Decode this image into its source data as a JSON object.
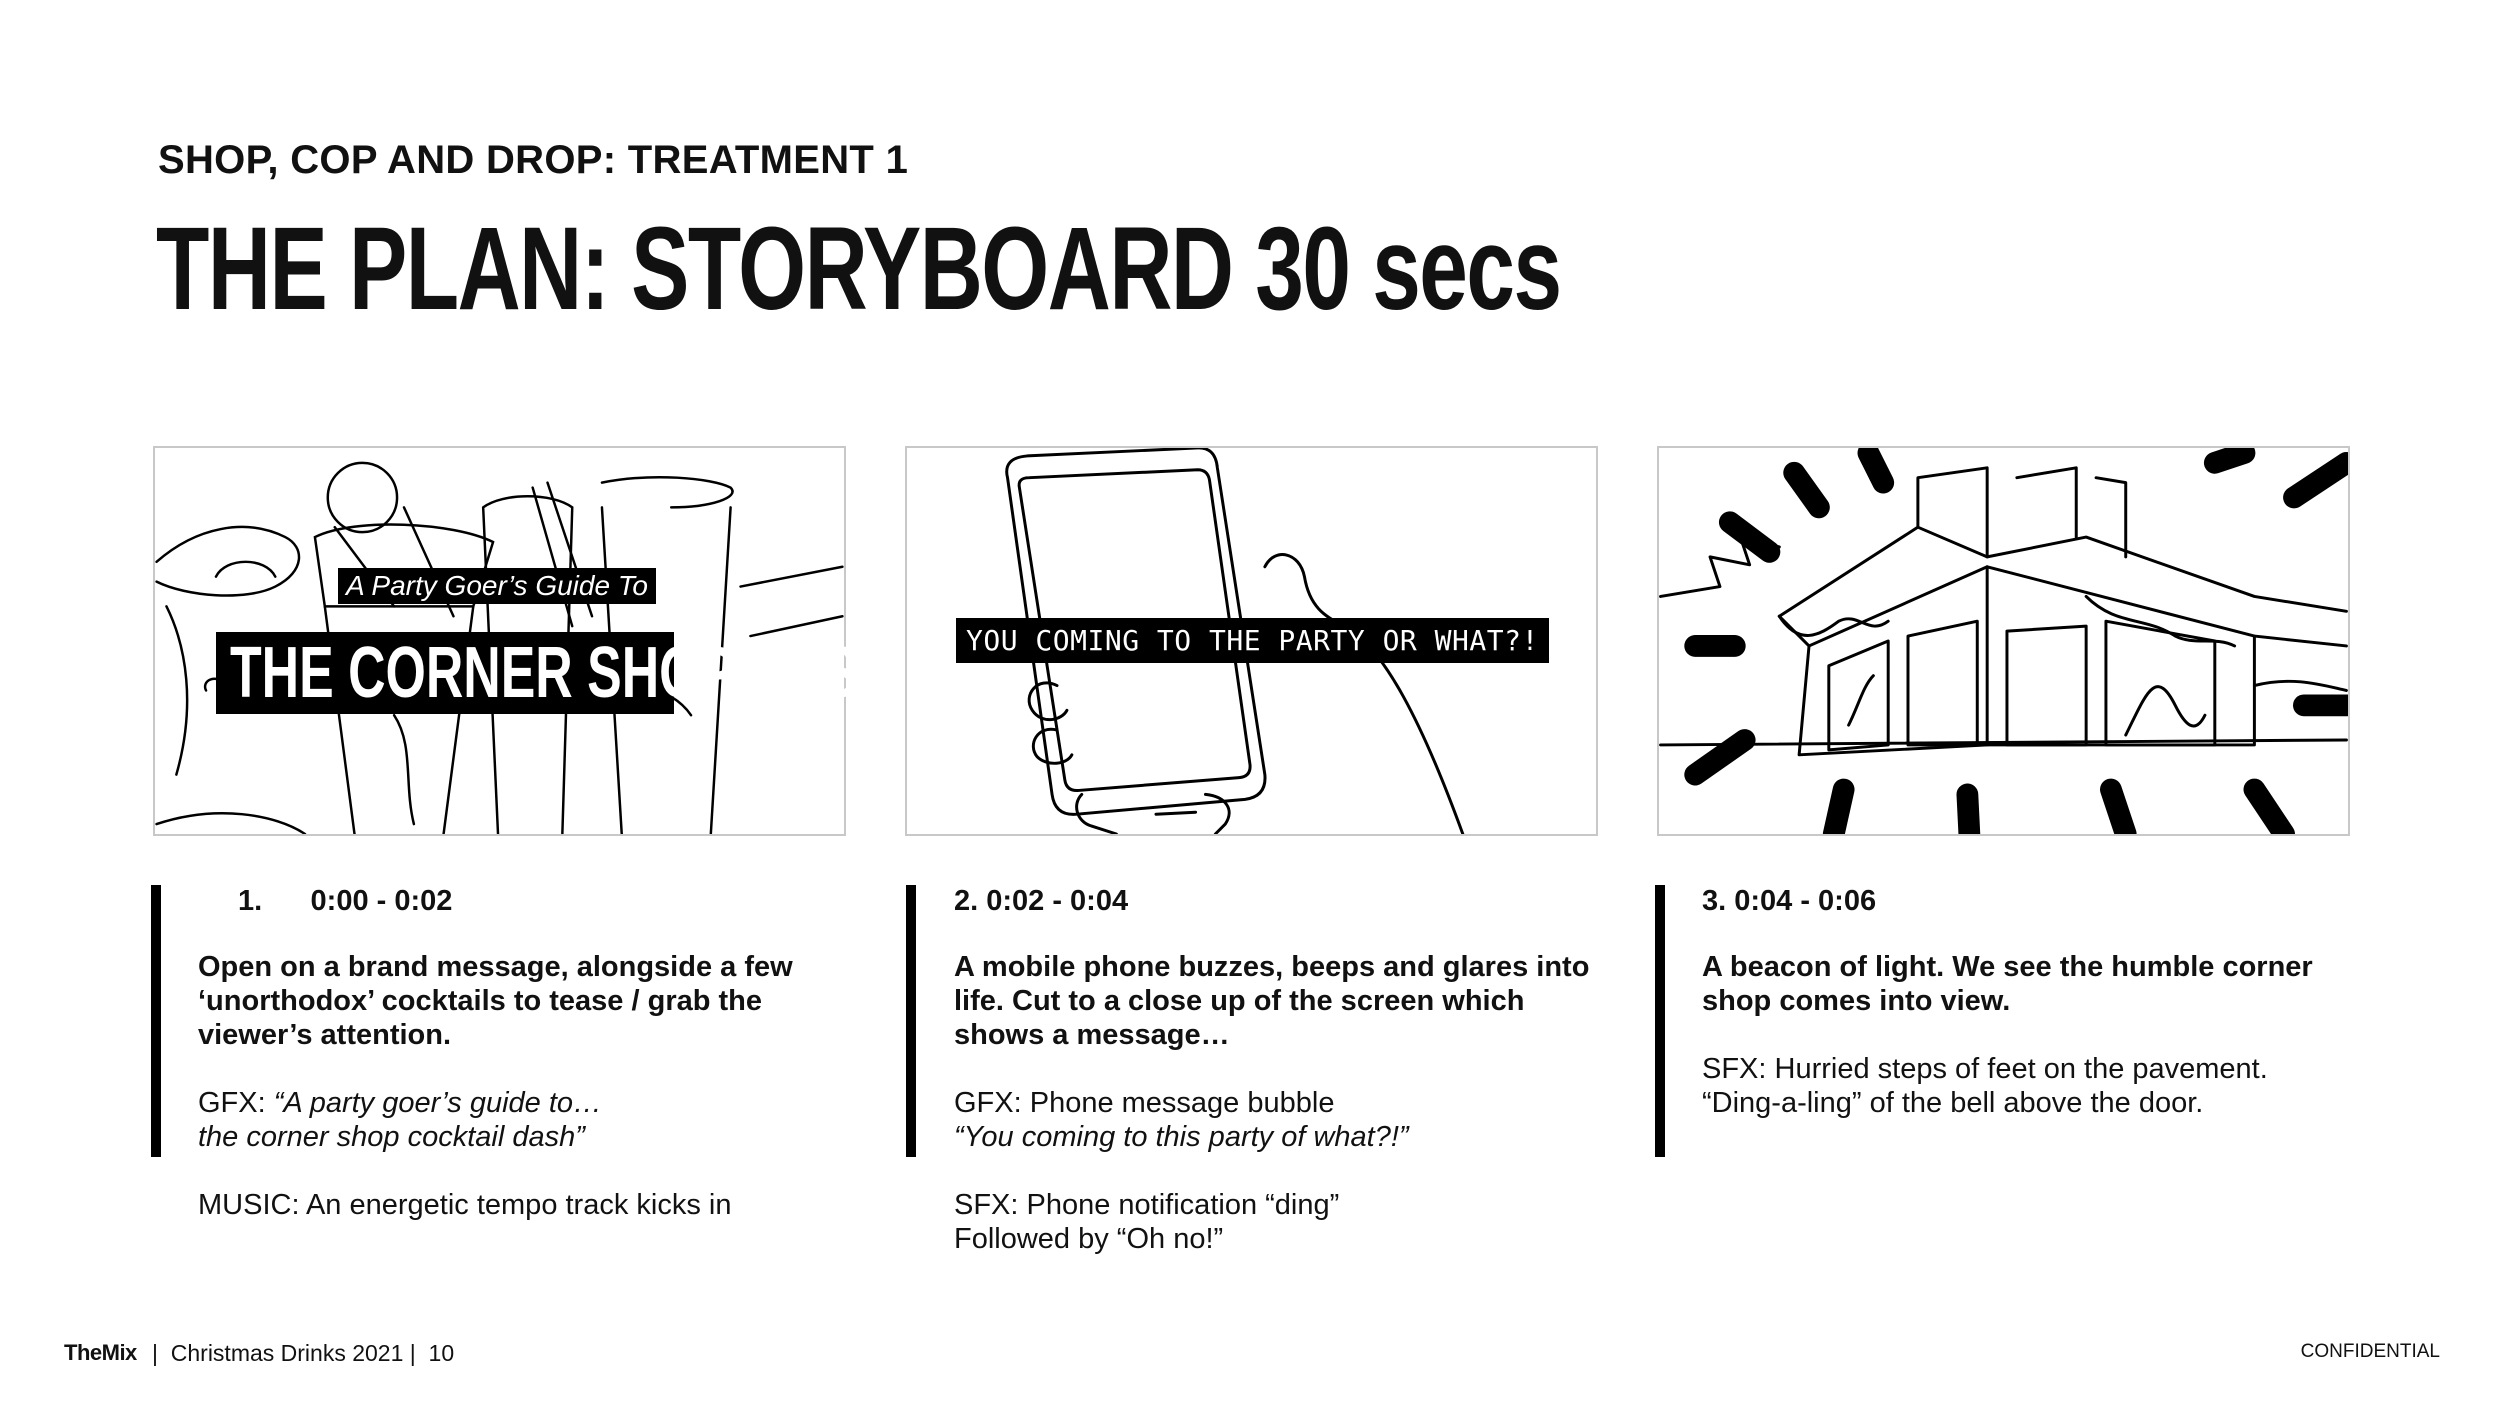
{
  "header": {
    "subtitle": "SHOP, COP AND DROP: TREATMENT 1",
    "title": "THE PLAN: STORYBOARD 30 secs"
  },
  "panels": [
    {
      "overlay_small": "A Party Goer’s Guide To",
      "overlay_big": "THE CORNER SHOP DASH"
    },
    {
      "overlay_message": "YOU COMING TO THE PARTY OR WHAT?!"
    },
    {}
  ],
  "scenes": [
    {
      "time": "1.      0:00 - 0:02",
      "description": "Open on a brand message, alongside a few ‘unorthodox’ cocktails to tease / grab the viewer’s attention.",
      "gfx_label": "GFX: ",
      "gfx_line1": "“A party goer’s guide to…",
      "gfx_line2": "the corner shop cocktail dash”",
      "music": "MUSIC: An energetic tempo track kicks in"
    },
    {
      "time": "2. 0:02 - 0:04",
      "description": "A mobile phone buzzes, beeps and glares into life. Cut to a close up of the screen which shows a message…",
      "gfx_line1": "GFX: Phone message bubble",
      "gfx_line2": "“You coming to this party of what?!”",
      "sfx_line1": "SFX: Phone notification “ding”",
      "sfx_line2": "Followed by “Oh no!”"
    },
    {
      "time": "3. 0:04 - 0:06",
      "description": "A beacon of light. We see the humble corner shop comes into view.",
      "sfx_line1": "SFX: Hurried steps of feet on the pavement.",
      "sfx_line2": "“Ding-a-ling” of the bell above the door."
    }
  ],
  "footer": {
    "brand": "TheMix",
    "text": "|  Christmas Drinks 2021 |  10",
    "confidential": "CONFIDENTIAL"
  }
}
